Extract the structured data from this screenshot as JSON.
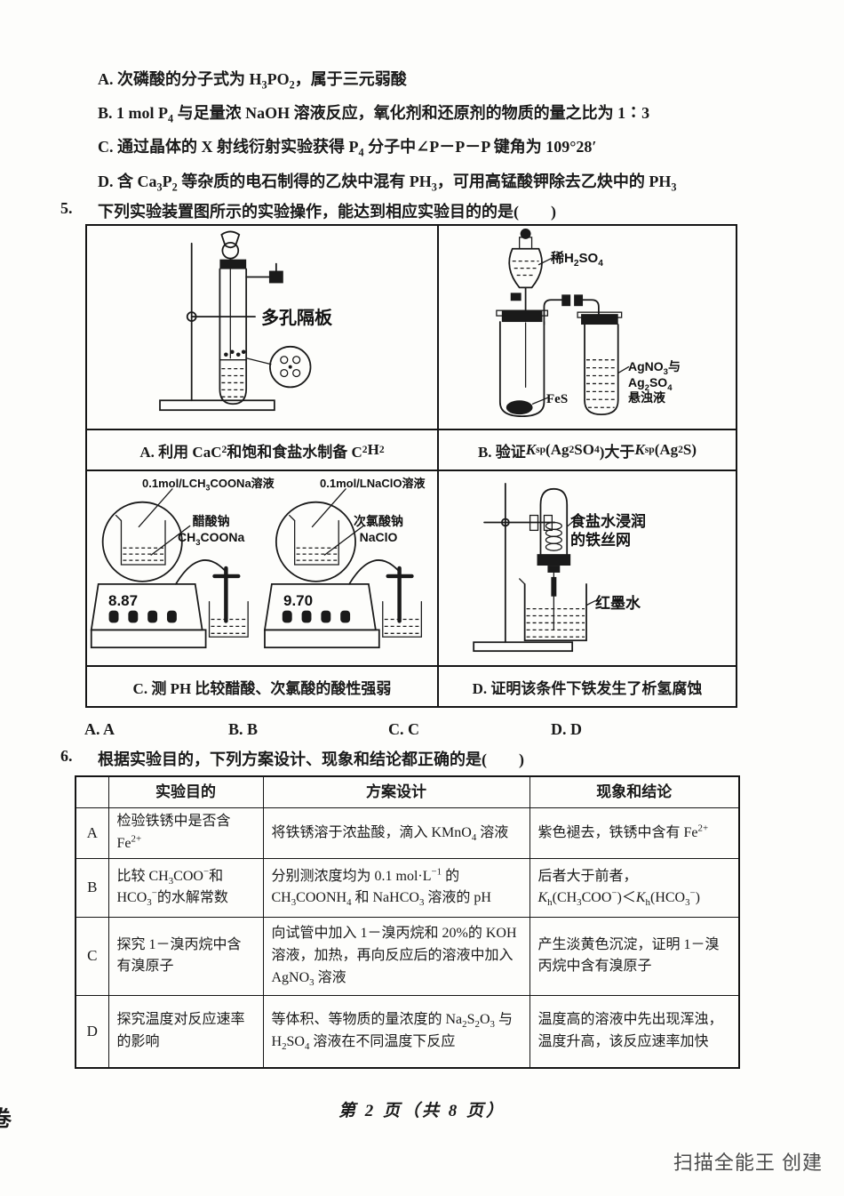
{
  "page": {
    "footer": "第 2 页（共 8 页）",
    "watermark": "扫描全能王 创建",
    "edge_mark": "卷"
  },
  "q4_options": {
    "a": "A. 次磷酸的分子式为 H<sub>3</sub>PO<sub>2</sub>，属于三元弱酸",
    "b": "B. 1 mol P<sub>4</sub> 与足量浓 NaOH 溶液反应，氧化剂和还原剂的物质的量之比为 1∶3",
    "c": "C. 通过晶体的 X 射线衍射实验获得 P<sub>4</sub> 分子中∠P－P－P 键角为 109°28′",
    "d": "D. 含 Ca<sub>3</sub>P<sub>2</sub> 等杂质的电石制得的乙炔中混有 PH<sub>3</sub>，可用高锰酸钾除去乙炔中的 PH<sub>3</sub>"
  },
  "q5": {
    "number": "5.",
    "stem": "下列实验装置图所示的实验操作，能达到相应实验目的的是(　　)",
    "cell_a": {
      "caption": "A. 利用 CaC<sub>2</sub> 和饱和食盐水制备 C<sub>2</sub>H<sub>2</sub>",
      "label_porous": "多孔隔板"
    },
    "cell_b": {
      "caption": "B. 验证 <i>K</i><sub>sp</sub>(Ag<sub>2</sub>SO<sub>4</sub>)大于 <i>K</i><sub>sp</sub>(Ag<sub>2</sub>S)",
      "label_acid": "稀H<sub>2</sub>SO<sub>4</sub>",
      "label_fes": "FeS",
      "label_suspension": "AgNO<sub>3</sub>与<br>Ag<sub>2</sub>SO<sub>4</sub><br>悬浊液"
    },
    "cell_c": {
      "caption": "C. 测 PH 比较醋酸、次氯酸的酸性强弱",
      "label_solution_left": "0.1mol/LCH<sub>3</sub>COONa溶液",
      "label_name_left": "醋酸钠<br>CH<sub>3</sub>COONa",
      "reading_left": "8.87",
      "label_solution_right": "0.1mol/LNaClO溶液",
      "label_name_right": "次氯酸钠<br>NaClO",
      "reading_right": "9.70"
    },
    "cell_d": {
      "caption": "D. 证明该条件下铁发生了析氢腐蚀",
      "label_mesh": "食盐水浸润<br>的铁丝网",
      "label_ink": "红墨水"
    },
    "answers": {
      "a": "A. A",
      "b": "B. B",
      "c": "C. C",
      "d": "D. D"
    }
  },
  "q6": {
    "number": "6.",
    "stem": "根据实验目的，下列方案设计、现象和结论都正确的是(　　)",
    "headers": {
      "index": "",
      "purpose": "实验目的",
      "design": "方案设计",
      "conclusion": "现象和结论"
    },
    "rows": [
      {
        "key": "A",
        "purpose": "检验铁锈中是否含 Fe<sup>2+</sup>",
        "design": "将铁锈溶于浓盐酸，滴入 KMnO<sub>4</sub> 溶液",
        "conclusion": "紫色褪去，铁锈中含有 Fe<sup>2+</sup>"
      },
      {
        "key": "B",
        "purpose": "比较 CH<sub>3</sub>COO<sup>−</sup>和 HCO<sub>3</sub><sup>−</sup>的水解常数",
        "design": "分别测浓度均为 0.1 mol·L<sup>−1</sup> 的 CH<sub>3</sub>COONH<sub>4</sub> 和 NaHCO<sub>3</sub> 溶液的 pH",
        "conclusion": "后者大于前者，<br><i>K</i><sub>h</sub>(CH<sub>3</sub>COO<sup>−</sup>)＜<i>K</i><sub>h</sub>(HCO<sub>3</sub><sup>−</sup>)"
      },
      {
        "key": "C",
        "purpose": "探究 1－溴丙烷中含有溴原子",
        "design": "向试管中加入 1－溴丙烷和 20%的 KOH 溶液，加热，再向反应后的溶液中加入 AgNO<sub>3</sub> 溶液",
        "conclusion": "产生淡黄色沉淀，证明 1－溴丙烷中含有溴原子"
      },
      {
        "key": "D",
        "purpose": "探究温度对反应速率的影响",
        "design": "等体积、等物质的量浓度的 Na<sub>2</sub>S<sub>2</sub>O<sub>3</sub> 与 H<sub>2</sub>SO<sub>4</sub> 溶液在不同温度下反应",
        "conclusion": "温度高的溶液中先出现浑浊，温度升高，该反应速率加快"
      }
    ]
  }
}
